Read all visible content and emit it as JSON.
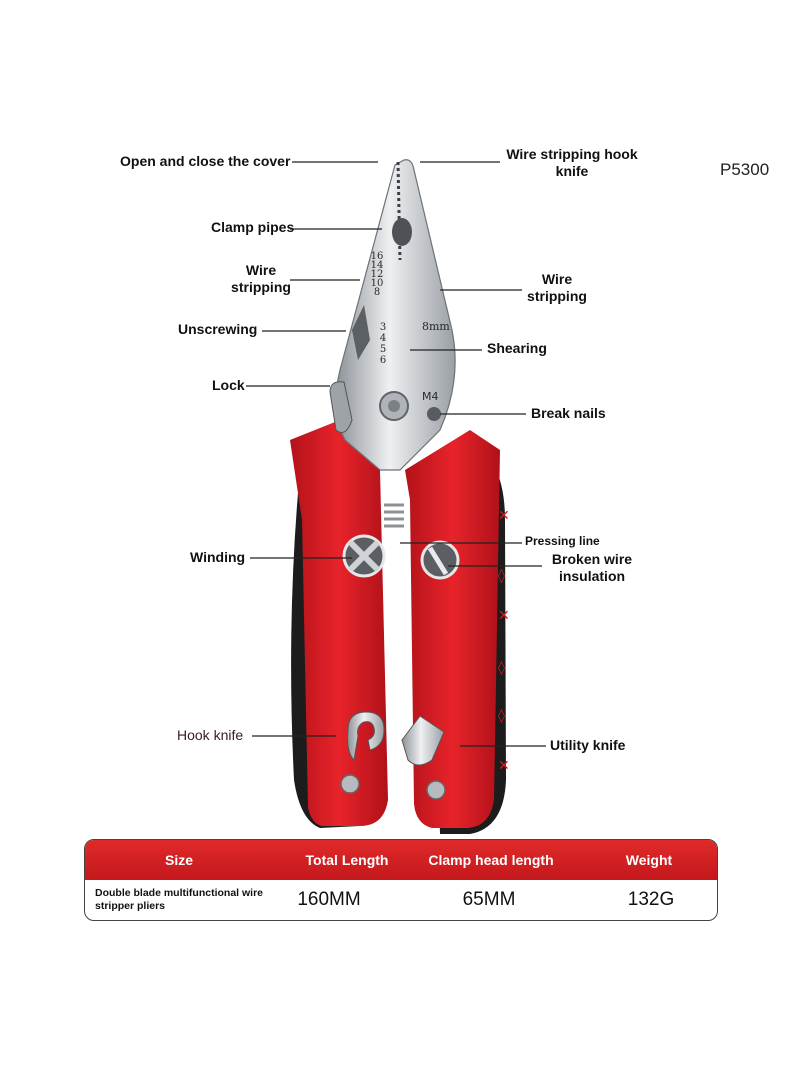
{
  "product_code": "P5300",
  "labels": {
    "open_close_cover": "Open and close the cover",
    "wire_stripping_hook_knife": "Wire stripping hook knife",
    "clamp_pipes": "Clamp pipes",
    "wire_stripping_left": "Wire stripping",
    "wire_stripping_right": "Wire stripping",
    "unscrewing": "Unscrewing",
    "shearing": "Shearing",
    "lock": "Lock",
    "break_nails": "Break nails",
    "pressing_line": "Pressing line",
    "winding": "Winding",
    "broken_wire_insulation": "Broken wire insulation",
    "hook_knife": "Hook knife",
    "utility_knife": "Utility knife"
  },
  "tool_markings": {
    "gauges_large": [
      "16",
      "14",
      "12",
      "10",
      "8"
    ],
    "gauges_small": [
      "3",
      "4",
      "5",
      "6"
    ],
    "cut_size": "8mm",
    "screw_size": "M4"
  },
  "spec_table": {
    "headers": [
      "Size",
      "Total Length",
      "Clamp head length",
      "Weight"
    ],
    "row": [
      "Double blade multifunctional wire stripper pliers",
      "160MM",
      "65MM",
      "132G"
    ]
  },
  "colors": {
    "handle_red": "#d8191f",
    "handle_black": "#1c1c1c",
    "steel": "#c9ccd0",
    "table_header_red": "#d32020"
  }
}
